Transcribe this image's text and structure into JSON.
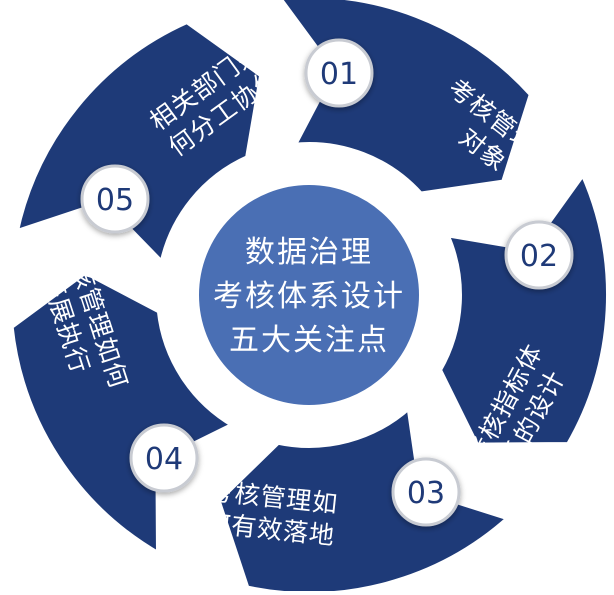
{
  "center": {
    "lines": [
      "数据治理",
      "考核体系设计",
      "五大关注点"
    ]
  },
  "segments": [
    {
      "number": "01",
      "lines": [
        "相关部门如",
        "何分工协作"
      ]
    },
    {
      "number": "02",
      "lines": [
        "考核管理的",
        "对象"
      ]
    },
    {
      "number": "03",
      "lines": [
        "考核指标体",
        "系的设计"
      ]
    },
    {
      "number": "04",
      "lines": [
        "考核管理如",
        "何有效落地"
      ]
    },
    {
      "number": "05",
      "lines": [
        "考核管理如何",
        "开展执行"
      ]
    }
  ],
  "colors": {
    "segment": "#1e3a78",
    "center": "#4a6fb4",
    "badge_fill": "#ffffff",
    "badge_stroke": "#c8cbd2",
    "number": "#1f3a78"
  }
}
